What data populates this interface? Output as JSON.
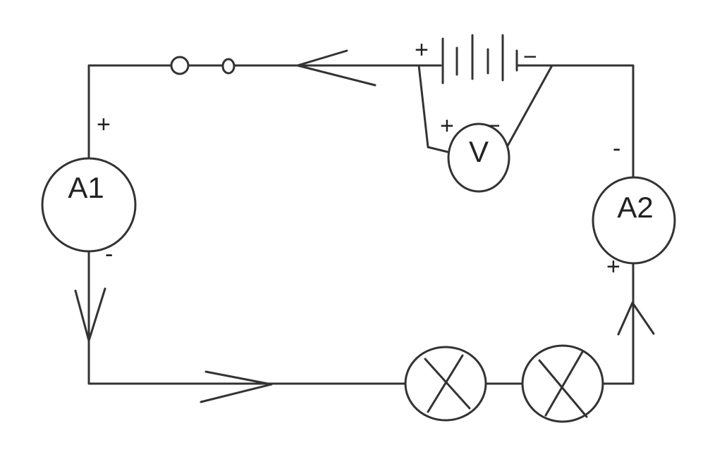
{
  "diagram": {
    "meters": {
      "ammeter_1": {
        "label": "A1",
        "plus": "+",
        "minus": "-"
      },
      "ammeter_2": {
        "label": "A2",
        "plus": "+",
        "minus": "-"
      },
      "voltmeter": {
        "label": "V",
        "plus": "+",
        "minus": "−"
      }
    },
    "battery": {
      "plus": "+",
      "minus": "−"
    }
  }
}
